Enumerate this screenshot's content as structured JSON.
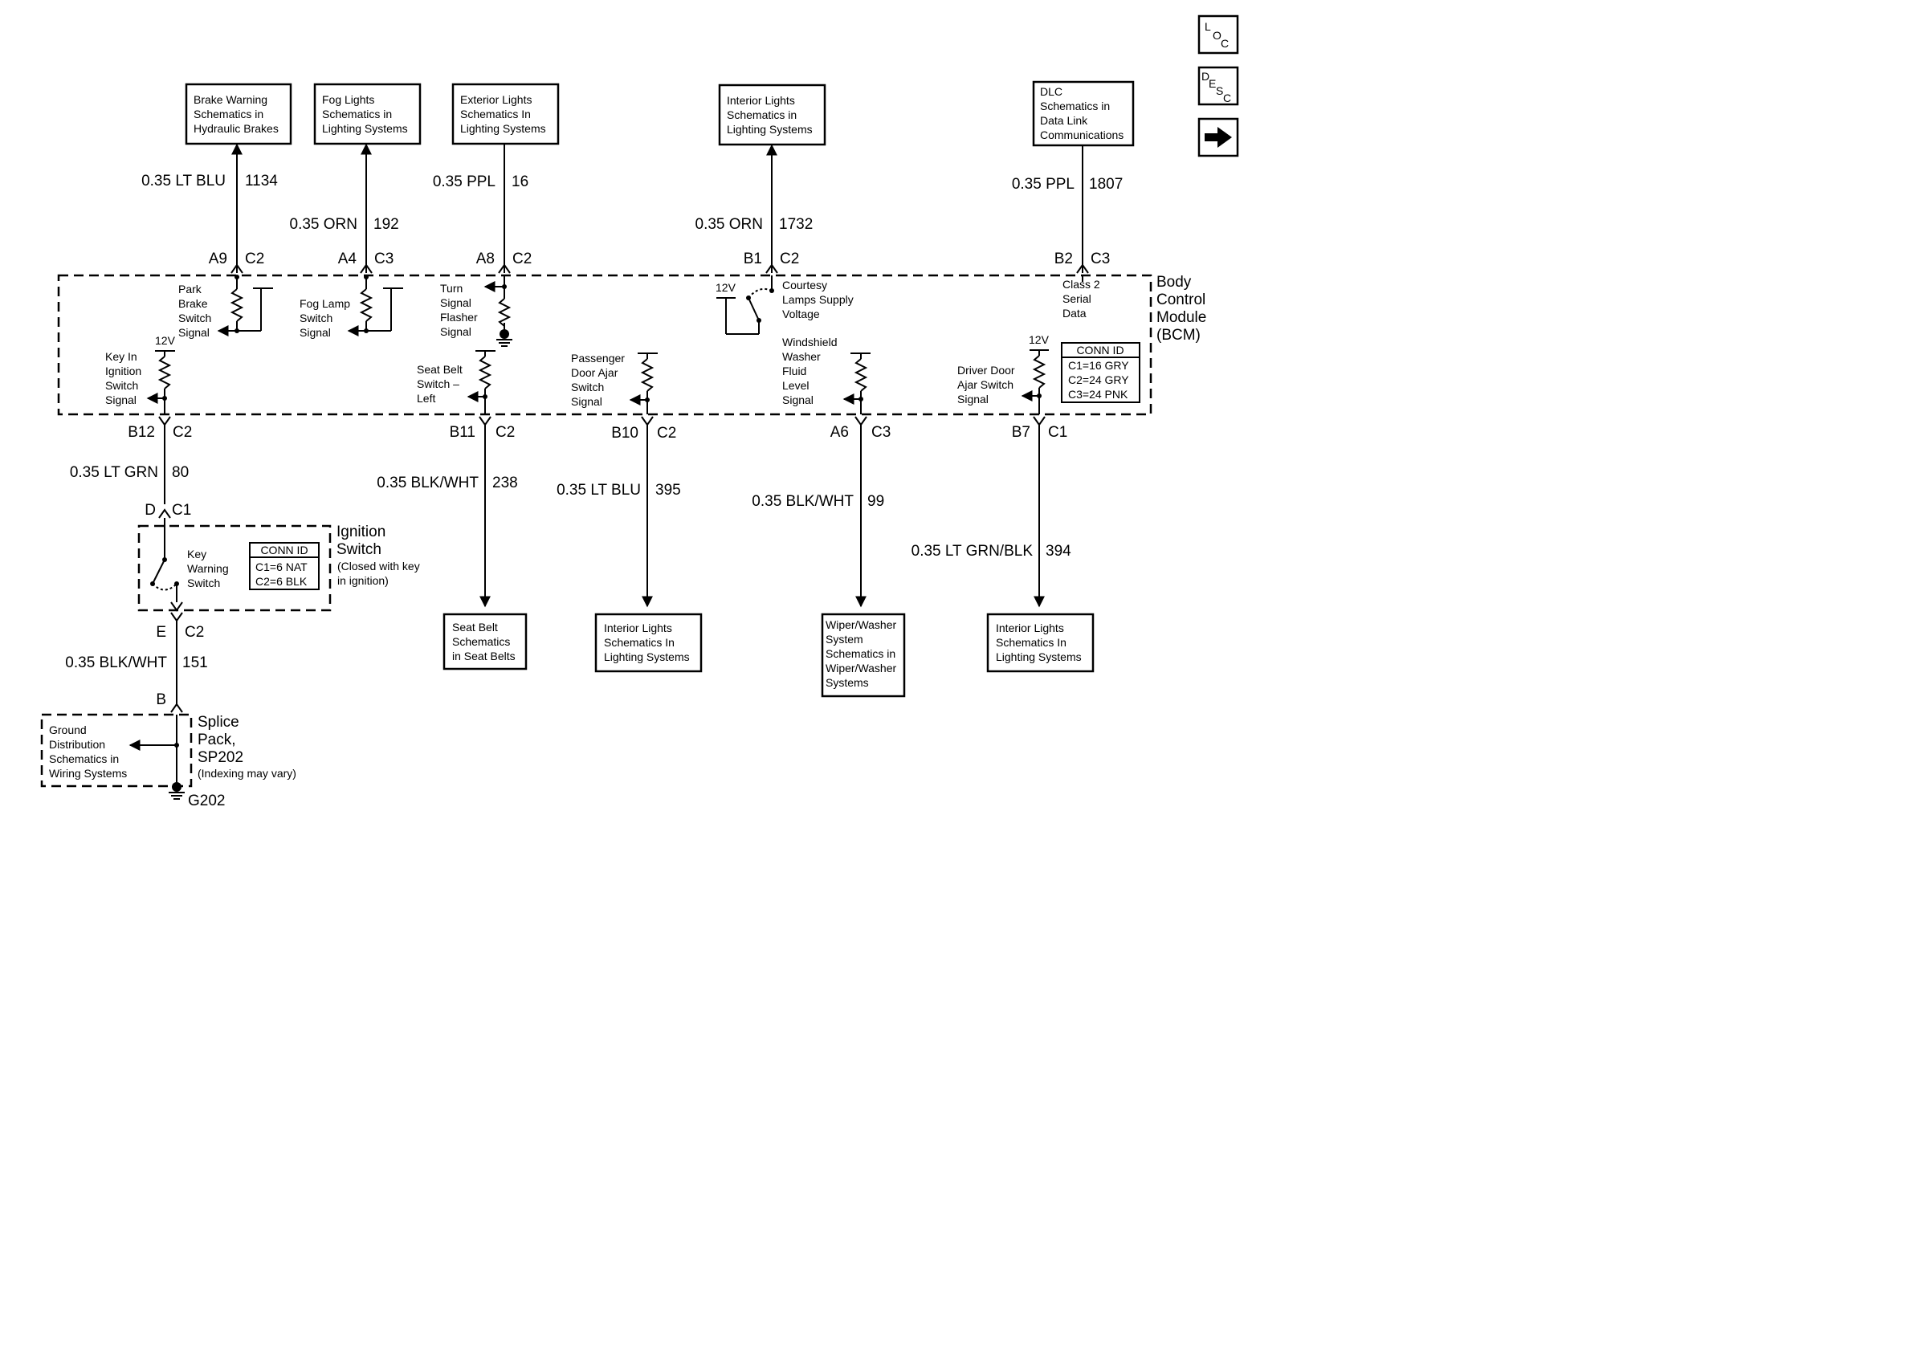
{
  "nav": {
    "loc": [
      "L",
      "O",
      "C"
    ],
    "desc": [
      "D",
      "E",
      "S",
      "C"
    ],
    "next_icon": "right-arrow-icon"
  },
  "top_boxes": {
    "brake": [
      "Brake Warning",
      "Schematics in",
      "Hydraulic Brakes"
    ],
    "fog": [
      "Fog Lights",
      "Schematics in",
      "Lighting Systems"
    ],
    "exterior": [
      "Exterior Lights",
      "Schematics In",
      "Lighting Systems"
    ],
    "interior": [
      "Interior Lights",
      "Schematics in",
      "Lighting Systems"
    ],
    "dlc": [
      "DLC",
      "Schematics in",
      "Data Link",
      "Communications"
    ]
  },
  "top_wires": {
    "w1134": {
      "gauge": "0.35 LT BLU",
      "circuit": "1134",
      "pin": "A9",
      "conn": "C2"
    },
    "w192": {
      "gauge": "0.35 ORN",
      "circuit": "192",
      "pin": "A4",
      "conn": "C3"
    },
    "w16": {
      "gauge": "0.35 PPL",
      "circuit": "16",
      "pin": "A8",
      "conn": "C2"
    },
    "w1732": {
      "gauge": "0.35 ORN",
      "circuit": "1732",
      "pin": "B1",
      "conn": "C2"
    },
    "w1807": {
      "gauge": "0.35 PPL",
      "circuit": "1807",
      "pin": "B2",
      "conn": "C3"
    }
  },
  "bcm": {
    "title": [
      "Body",
      "Control",
      "Module",
      "(BCM)"
    ],
    "park_brake": [
      "Park",
      "Brake",
      "Switch",
      "Signal"
    ],
    "fog_lamp": [
      "Fog Lamp",
      "Switch",
      "Signal"
    ],
    "turn_signal": [
      "Turn",
      "Signal",
      "Flasher",
      "Signal"
    ],
    "courtesy": [
      "Courtesy",
      "Lamps Supply",
      "Voltage"
    ],
    "class2": [
      "Class 2",
      "Serial",
      "Data"
    ],
    "key_in": [
      "Key In",
      "Ignition",
      "Switch",
      "Signal"
    ],
    "seat_belt": [
      "Seat Belt",
      "Switch –",
      "Left"
    ],
    "passenger": [
      "Passenger",
      "Door Ajar",
      "Switch",
      "Signal"
    ],
    "windshield": [
      "Windshield",
      "Washer",
      "Fluid",
      "Level",
      "Signal"
    ],
    "driver": [
      "Driver Door",
      "Ajar Switch",
      "Signal"
    ],
    "v12": "12V",
    "conn_id": {
      "title": "CONN ID",
      "rows": [
        "C1=16 GRY",
        "C2=24 GRY",
        "C3=24 PNK"
      ]
    }
  },
  "bottom_wires": {
    "w80": {
      "pin": "B12",
      "conn": "C2",
      "gauge": "0.35 LT GRN",
      "circuit": "80"
    },
    "w238": {
      "pin": "B11",
      "conn": "C2",
      "gauge": "0.35 BLK/WHT",
      "circuit": "238"
    },
    "w395": {
      "pin": "B10",
      "conn": "C2",
      "gauge": "0.35 LT BLU",
      "circuit": "395"
    },
    "w99": {
      "pin": "A6",
      "conn": "C3",
      "gauge": "0.35 BLK/WHT",
      "circuit": "99"
    },
    "w394": {
      "pin": "B7",
      "conn": "C1",
      "gauge": "0.35 LT GRN/BLK",
      "circuit": "394"
    }
  },
  "bottom_boxes": {
    "seatbelt": [
      "Seat Belt",
      "Schematics",
      "in Seat Belts"
    ],
    "interior1": [
      "Interior Lights",
      "Schematics In",
      "Lighting Systems"
    ],
    "wiper": [
      "Wiper/Washer",
      "System",
      "Schematics in",
      "Wiper/Washer",
      "Systems"
    ],
    "interior2": [
      "Interior Lights",
      "Schematics In",
      "Lighting Systems"
    ]
  },
  "ignition": {
    "pin_in": "D",
    "conn_in": "C1",
    "title": [
      "Ignition",
      "Switch"
    ],
    "note": [
      "(Closed with key",
      "in ignition)"
    ],
    "switch_label": [
      "Key",
      "Warning",
      "Switch"
    ],
    "conn_id": {
      "title": "CONN ID",
      "rows": [
        "C1=6 NAT",
        "C2=6 BLK"
      ]
    },
    "pin_out": "E",
    "conn_out": "C2"
  },
  "ground_wire": {
    "gauge": "0.35 BLK/WHT",
    "circuit": "151",
    "pin": "B"
  },
  "splice": {
    "title": [
      "Splice",
      "Pack,",
      "SP202"
    ],
    "note": "(Indexing may vary)",
    "ground_box": [
      "Ground",
      "Distribution",
      "Schematics in",
      "Wiring Systems"
    ],
    "ground_id": "G202"
  }
}
